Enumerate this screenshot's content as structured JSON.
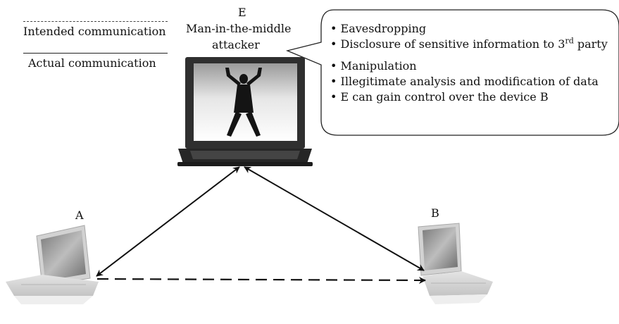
{
  "legend": {
    "intended_label": "Intended communication",
    "actual_label": "Actual communication"
  },
  "attacker": {
    "id": "E",
    "title_line1": "Man-in-the-middle",
    "title_line2": "attacker"
  },
  "device_a": {
    "label": "A"
  },
  "device_b": {
    "label": "B"
  },
  "bubble": {
    "item1": "Eavesdropping",
    "item2_pre": "Disclosure of sensitive information to 3",
    "item2_sup": "rd",
    "item2_post": " party",
    "item3": "Manipulation",
    "item4": "Illegitimate analysis and modification of data",
    "item5": "E can gain control over the device B"
  },
  "bullet": "•"
}
